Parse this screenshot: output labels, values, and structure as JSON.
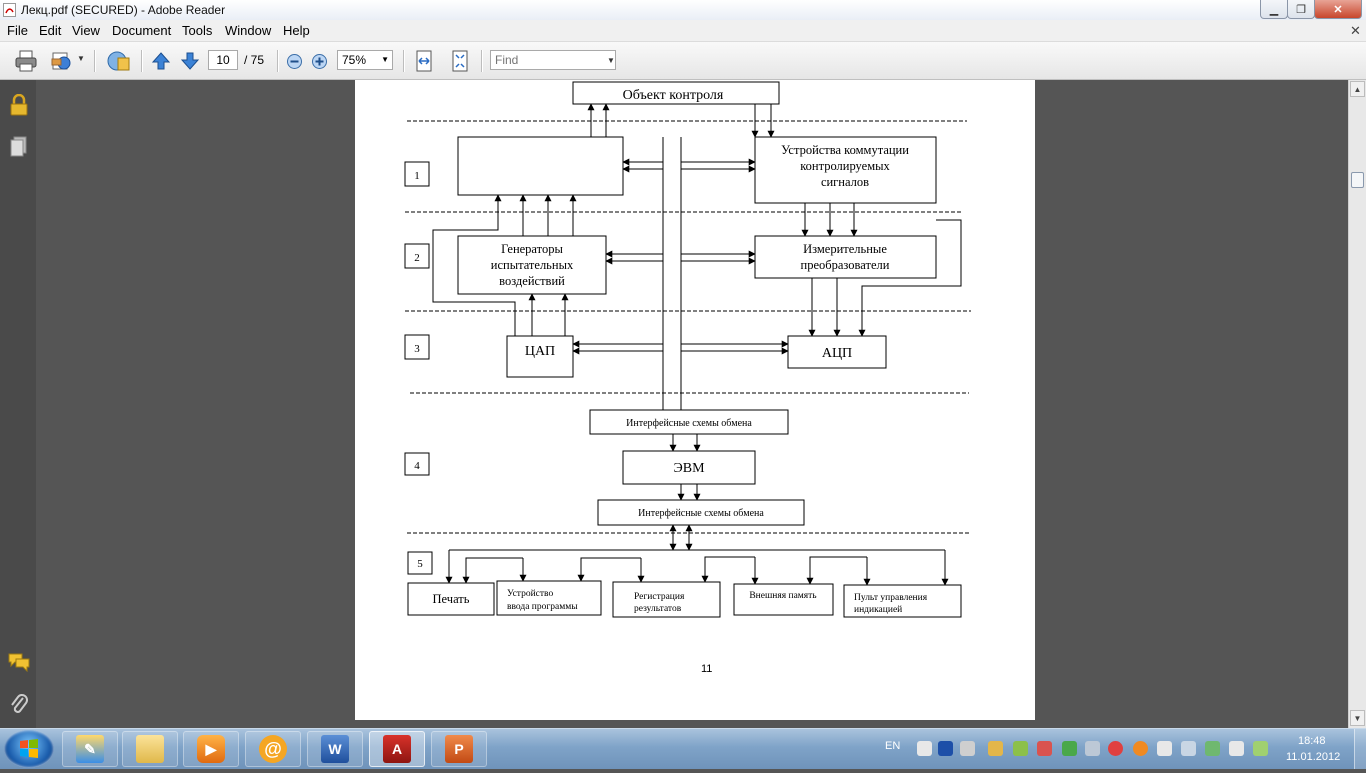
{
  "window": {
    "title": "Лекц.pdf (SECURED) - Adobe Reader"
  },
  "menu": {
    "items": [
      "File",
      "Edit",
      "View",
      "Document",
      "Tools",
      "Window",
      "Help"
    ]
  },
  "toolbar": {
    "page_current": "10",
    "page_total": "/ 75",
    "zoom": "75%",
    "find_placeholder": "Find"
  },
  "diagram": {
    "object_box": "Объект контроля",
    "switch_box": [
      "Устройства коммутации",
      "контролируемых",
      "сигналов"
    ],
    "generators_box": [
      "Генераторы",
      "испытательных",
      "воздействий"
    ],
    "measuring_box": [
      "Измерительные",
      "преобразователи"
    ],
    "dac": "ЦАП",
    "adc": "АЦП",
    "interface_top": "Интерфейсные схемы обмена",
    "computer": "ЭВМ",
    "interface_bottom": "Интерфейсные схемы обмена",
    "level_labels": [
      "1",
      "2",
      "3",
      "4",
      "5"
    ],
    "print_box": "Печать",
    "input_box": [
      "Устройство",
      "ввода программы"
    ],
    "registration_box": [
      "Регистрация",
      "результатов"
    ],
    "memory_box": "Внешняя память",
    "control_box": [
      "Пульт управления",
      "индикацией"
    ]
  },
  "page_number": "11",
  "tray": {
    "lang": "EN",
    "time": "18:48",
    "date": "11.01.2012"
  },
  "icons": {
    "lock": "lock-icon",
    "pages": "pages-icon",
    "comment": "comment-icon",
    "attach": "paperclip-icon",
    "print": "printer-icon",
    "export": "export-icon",
    "collab": "collaborate-icon",
    "prev": "arrow-up-icon",
    "next": "arrow-down-icon",
    "zoomout": "zoom-out-icon",
    "zoomin": "zoom-in-icon",
    "fitpage": "fit-page-icon",
    "fitwidth": "fit-width-icon"
  },
  "colors": {
    "accent": "#1f6fd0",
    "taskbar": "#7fa3c8"
  }
}
